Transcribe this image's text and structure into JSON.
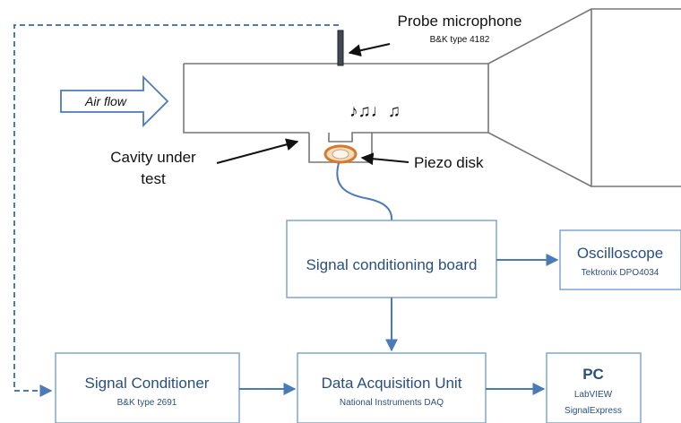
{
  "apparatus": {
    "air_flow_label": "Air flow",
    "probe_microphone": {
      "title": "Probe microphone",
      "model": "B&K type 4182"
    },
    "music_notes": "♪♫♩♫",
    "cavity_label_line1": "Cavity under",
    "cavity_label_line2": "test",
    "piezo_label": "Piezo disk"
  },
  "blocks": {
    "signal_board": {
      "title": "Signal conditioning board"
    },
    "oscilloscope": {
      "title": "Oscilloscope",
      "subtitle": "Tektronix DPO4034"
    },
    "signal_conditioner": {
      "title": "Signal Conditioner",
      "subtitle": "B&K type 2691"
    },
    "daq": {
      "title": "Data Acquisition Unit",
      "subtitle": "National Instruments DAQ"
    },
    "pc": {
      "title": "PC",
      "line1": "LabVIEW",
      "line2": "SignalExpress"
    }
  },
  "colors": {
    "box_stroke": "#7fa6d6",
    "arrow_blue": "#4a7ab8",
    "text_blue": "#2a4f7f",
    "pipe_stroke": "#777777",
    "piezo_fill": "#f4dcc0",
    "piezo_ring": "#d97a2a"
  }
}
